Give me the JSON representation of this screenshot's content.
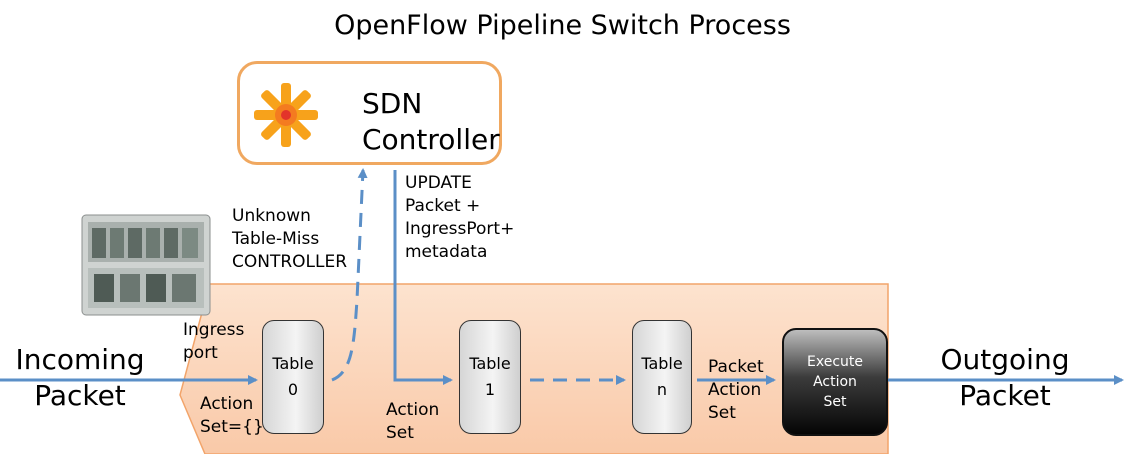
{
  "title": "OpenFlow Pipeline Switch Process",
  "controller": {
    "label": "SDN\nController",
    "icon": "sdn-starburst-logo"
  },
  "annotations": {
    "unknown": "Unknown\nTable-Miss\nCONTROLLER",
    "update": "UPDATE\nPacket +\nIngressPort+\nmetadata",
    "ingress": "Ingress\nport",
    "action_set_empty": "Action\nSet={}",
    "action_set": "Action\nSet",
    "packet_action_set": "Packet\nAction\nSet"
  },
  "incoming": "Incoming\nPacket",
  "outgoing": "Outgoing\nPacket",
  "tables": [
    {
      "label": "Table\n0"
    },
    {
      "label": "Table\n1"
    },
    {
      "label": "Table\nn"
    }
  ],
  "execute": "Execute\nAction\nSet",
  "colors": {
    "arrow": "#5b8fc7",
    "pipeline_fill": "#fbd3b8",
    "pipeline_border": "#f2a46a",
    "controller_border": "#f0a860"
  }
}
